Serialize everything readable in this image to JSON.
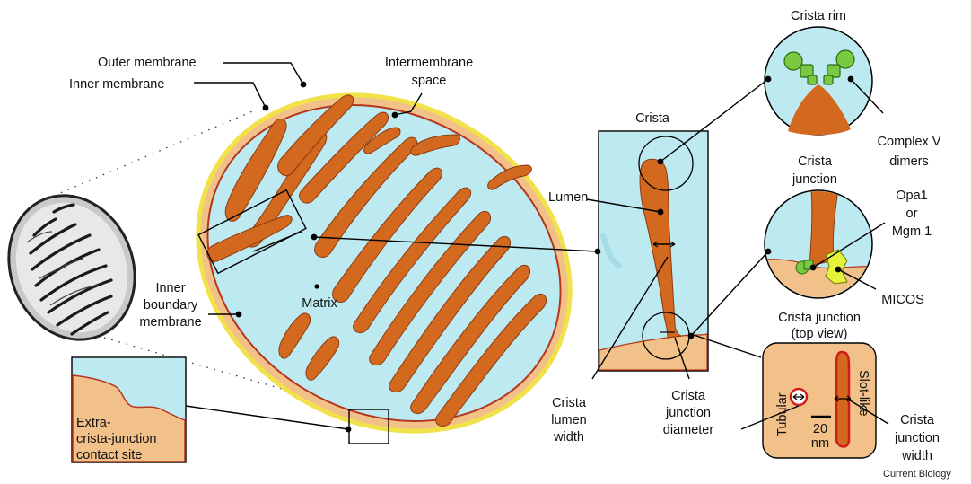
{
  "labels": {
    "outer_membrane": "Outer membrane",
    "inner_membrane": "Inner membrane",
    "intermembrane_1": "Intermembrane",
    "intermembrane_2": "space",
    "matrix": "Matrix",
    "inner_boundary_1": "Inner",
    "inner_boundary_2": "boundary",
    "inner_boundary_3": "membrane",
    "extra_1": "Extra-",
    "extra_2": "crista-junction",
    "extra_3": "contact site",
    "crista": "Crista",
    "lumen": "Lumen",
    "lumen_width_1": "Crista",
    "lumen_width_2": "lumen",
    "lumen_width_3": "width",
    "jdiam_1": "Crista",
    "jdiam_2": "junction",
    "jdiam_3": "diameter",
    "crista_rim": "Crista rim",
    "complex_v_1": "Complex V",
    "complex_v_2": "dimers",
    "cj_1": "Crista",
    "cj_2": "junction",
    "opa_1": "Opa1",
    "opa_2": "or",
    "opa_3": "Mgm 1",
    "micos": "MICOS",
    "cj_top_1": "Crista junction",
    "cj_top_2": "(top view)",
    "tubular": "Tubular",
    "slot_like": "Slot-like",
    "scale_1": "20",
    "scale_2": "nm",
    "cjw_1": "Crista",
    "cjw_2": "junction",
    "cjw_3": "width",
    "credit": "Current Biology"
  },
  "colors": {
    "matrix": "#bde9f1",
    "intermembrane": "#f2c089",
    "outer_membrane": "#f1e24a",
    "crista": "#d2691e",
    "membrane_line": "#b5361c",
    "complex": "#7ac943",
    "micos": "#e6f33a"
  }
}
